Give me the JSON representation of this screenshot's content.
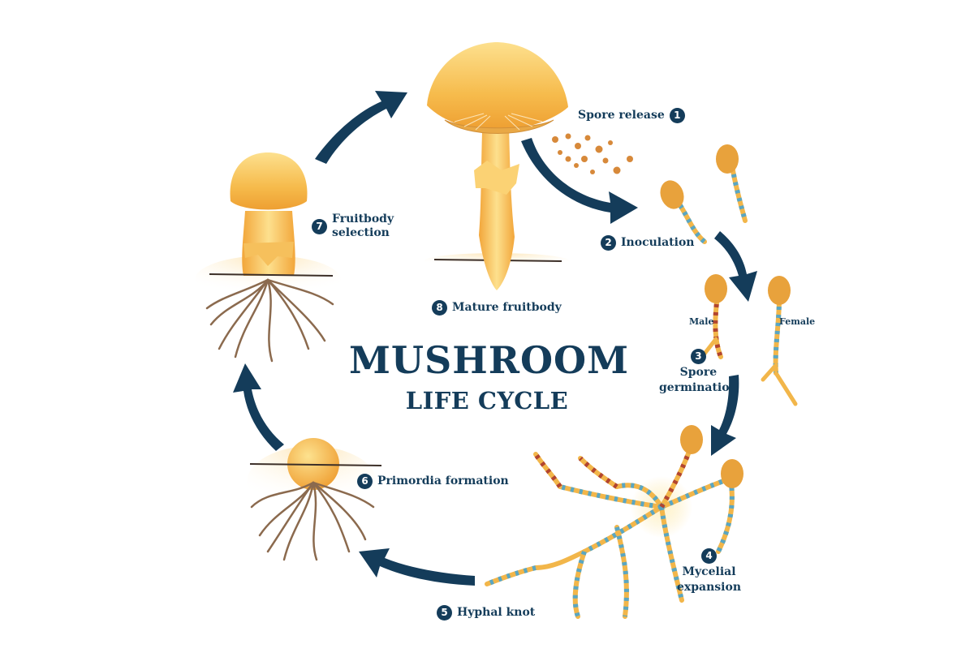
{
  "title": "MUSHROOM",
  "subtitle": "LIFE CYCLE",
  "steps": [
    {
      "num": "1",
      "label": "Spore release"
    },
    {
      "num": "2",
      "label": "Inoculation"
    },
    {
      "num": "3",
      "label_line1": "Spore",
      "label_line2": "germination"
    },
    {
      "num": "4",
      "label_line1": "Mycelial",
      "label_line2": "expansion"
    },
    {
      "num": "5",
      "label": "Hyphal knot"
    },
    {
      "num": "6",
      "label": "Primordia formation"
    },
    {
      "num": "7",
      "label_line1": "Fruitbody",
      "label_line2": "selection"
    },
    {
      "num": "8",
      "label": "Mature fruitbody"
    }
  ],
  "male_label": "Male",
  "female_label": "Female",
  "colors": {
    "navy": "#143c5a",
    "cap": "#f5b646",
    "cap_light": "#fdd77e",
    "stem": "#f7c158",
    "root": "#8b6a4e",
    "hypha_blue": "#5aa6c2",
    "hypha_orange": "#f2b64a",
    "spore": "#d7893a"
  },
  "icons": [
    "arrow-icon",
    "mushroom-icon",
    "spore-icon",
    "hypha-icon",
    "root-icon"
  ]
}
